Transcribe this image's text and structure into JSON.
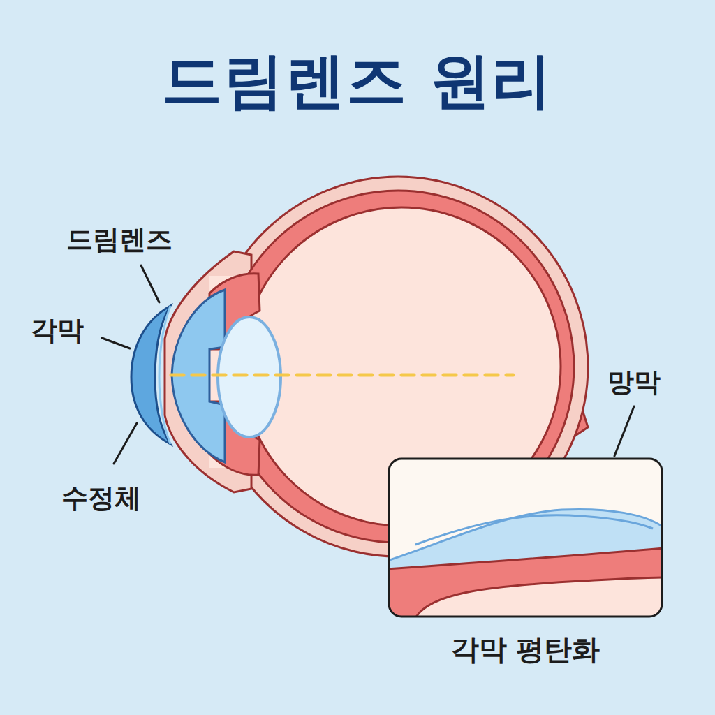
{
  "diagram": {
    "title": "드림렌즈 원리",
    "nodes": [
      {
        "text": [
          "각막 평탄화"
        ]
      }
    ],
    "labels": [
      "드림렌즈",
      "각막",
      "수정체",
      "망막"
    ]
  }
}
